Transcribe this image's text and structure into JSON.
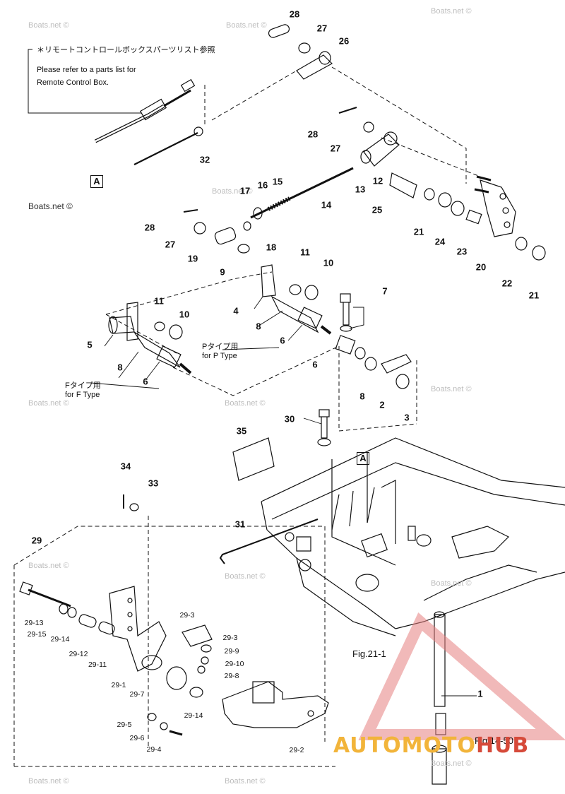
{
  "notes": {
    "jp": "＊リモートコントロールボックスパーツリスト参照",
    "en_line1": "Please refer to a parts list for",
    "en_line2": "Remote Control Box."
  },
  "watermark": "Boats.net ©",
  "references": {
    "a": "A"
  },
  "type_labels": {
    "p_jp": "Pタイプ用",
    "p_en": "for P Type",
    "f_jp": "Fタイプ用",
    "f_en": "for F Type"
  },
  "figure_refs": {
    "fig21": "Fig.21-1",
    "fig14": "Fig.14-50"
  },
  "brand": {
    "part1": "AUTOMOTO",
    "part2": "HUB"
  },
  "callouts": [
    {
      "id": "c28a",
      "label": "28"
    },
    {
      "id": "c27a",
      "label": "27"
    },
    {
      "id": "c26",
      "label": "26"
    },
    {
      "id": "c32",
      "label": "32"
    },
    {
      "id": "c28b",
      "label": "28"
    },
    {
      "id": "c27b",
      "label": "27"
    },
    {
      "id": "c13",
      "label": "13"
    },
    {
      "id": "c12",
      "label": "12"
    },
    {
      "id": "c14",
      "label": "14"
    },
    {
      "id": "c17",
      "label": "17"
    },
    {
      "id": "c16",
      "label": "16"
    },
    {
      "id": "c15",
      "label": "15"
    },
    {
      "id": "c25",
      "label": "25"
    },
    {
      "id": "c21a",
      "label": "21"
    },
    {
      "id": "c24",
      "label": "24"
    },
    {
      "id": "c23",
      "label": "23"
    },
    {
      "id": "c20",
      "label": "20"
    },
    {
      "id": "c22",
      "label": "22"
    },
    {
      "id": "c21b",
      "label": "21"
    },
    {
      "id": "c28c",
      "label": "28"
    },
    {
      "id": "c27c",
      "label": "27"
    },
    {
      "id": "c18",
      "label": "18"
    },
    {
      "id": "c19",
      "label": "19"
    },
    {
      "id": "c9",
      "label": "9"
    },
    {
      "id": "c11a",
      "label": "11"
    },
    {
      "id": "c10a",
      "label": "10"
    },
    {
      "id": "c7",
      "label": "7"
    },
    {
      "id": "c4",
      "label": "4"
    },
    {
      "id": "c8a",
      "label": "8"
    },
    {
      "id": "c6a",
      "label": "6"
    },
    {
      "id": "c11b",
      "label": "11"
    },
    {
      "id": "c10b",
      "label": "10"
    },
    {
      "id": "c5",
      "label": "5"
    },
    {
      "id": "c8b",
      "label": "8"
    },
    {
      "id": "c6b",
      "label": "6"
    },
    {
      "id": "c6c",
      "label": "6"
    },
    {
      "id": "c8c",
      "label": "8"
    },
    {
      "id": "c2",
      "label": "2"
    },
    {
      "id": "c3",
      "label": "3"
    },
    {
      "id": "c30",
      "label": "30"
    },
    {
      "id": "c35",
      "label": "35"
    },
    {
      "id": "c34",
      "label": "34"
    },
    {
      "id": "c33",
      "label": "33"
    },
    {
      "id": "c31",
      "label": "31"
    },
    {
      "id": "c29",
      "label": "29"
    },
    {
      "id": "c1",
      "label": "1"
    },
    {
      "id": "c29_13",
      "label": "29-13",
      "sub": true
    },
    {
      "id": "c29_15",
      "label": "29-15",
      "sub": true
    },
    {
      "id": "c29_14a",
      "label": "29-14",
      "sub": true
    },
    {
      "id": "c29_12",
      "label": "29-12",
      "sub": true
    },
    {
      "id": "c29_11",
      "label": "29-11",
      "sub": true
    },
    {
      "id": "c29_1",
      "label": "29-1",
      "sub": true
    },
    {
      "id": "c29_7",
      "label": "29-7",
      "sub": true
    },
    {
      "id": "c29_3a",
      "label": "29-3",
      "sub": true
    },
    {
      "id": "c29_3b",
      "label": "29-3",
      "sub": true
    },
    {
      "id": "c29_9",
      "label": "29-9",
      "sub": true
    },
    {
      "id": "c29_10",
      "label": "29-10",
      "sub": true
    },
    {
      "id": "c29_8",
      "label": "29-8",
      "sub": true
    },
    {
      "id": "c29_14b",
      "label": "29-14",
      "sub": true
    },
    {
      "id": "c29_5",
      "label": "29-5",
      "sub": true
    },
    {
      "id": "c29_6",
      "label": "29-6",
      "sub": true
    },
    {
      "id": "c29_4",
      "label": "29-4",
      "sub": true
    },
    {
      "id": "c29_2",
      "label": "29-2",
      "sub": true
    }
  ]
}
